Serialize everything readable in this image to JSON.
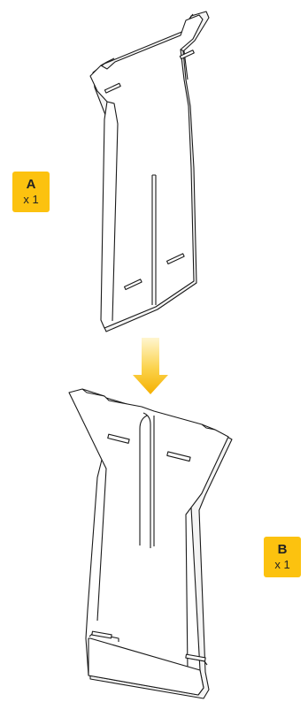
{
  "parts": [
    {
      "id": "part-a",
      "letter": "A",
      "quantity": "x 1"
    },
    {
      "id": "part-b",
      "letter": "B",
      "quantity": "x 1"
    }
  ],
  "colors": {
    "badge": "#fcc20f",
    "arrow": "#f7b500",
    "outline": "#1a1a1a"
  },
  "icons": {
    "assembly_arrow": "down-arrow-icon"
  }
}
